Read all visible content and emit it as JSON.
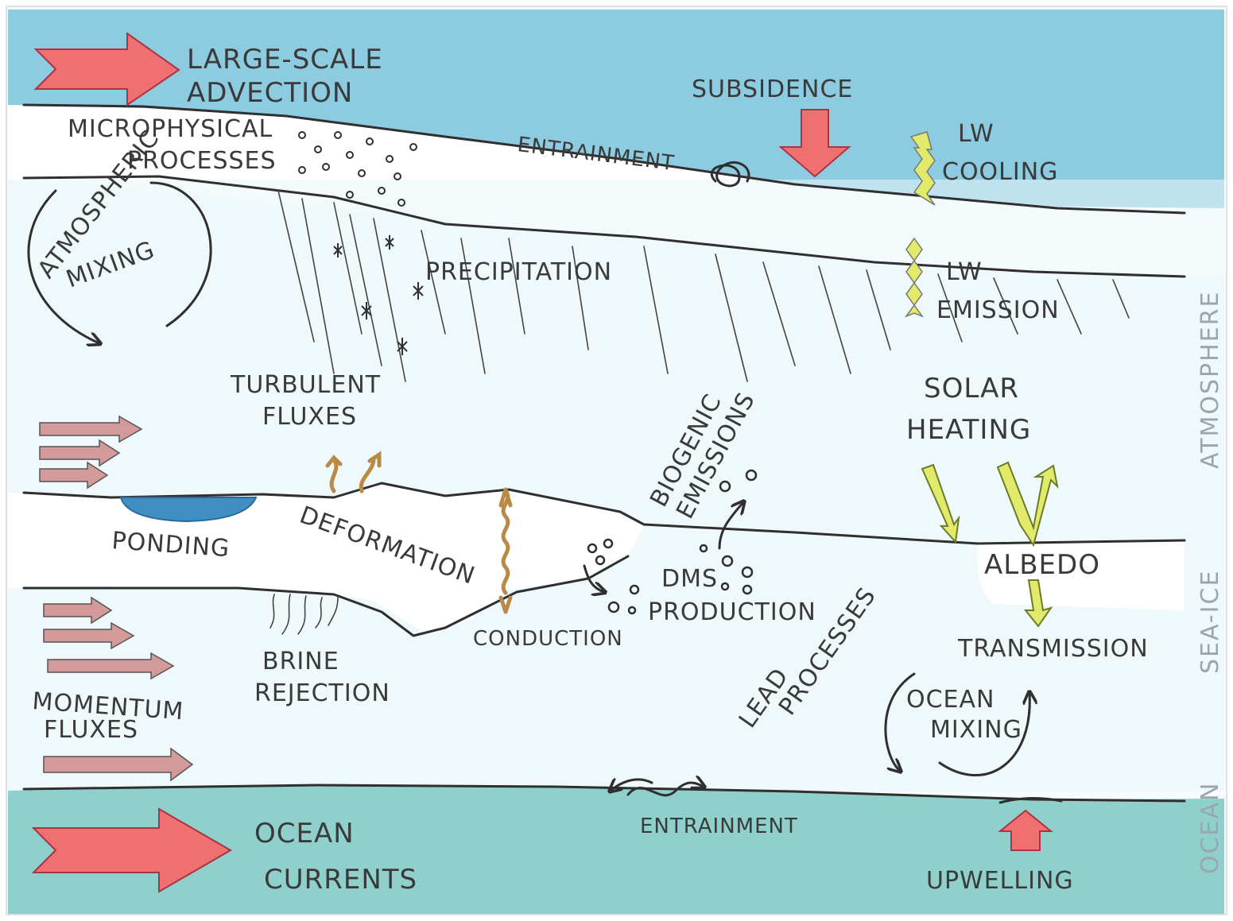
{
  "labels": {
    "large_scale_line1": "LARGE-SCALE",
    "large_scale_line2": "ADVECTION",
    "subsidence": "SUBSIDENCE",
    "micro_line1": "MICROPHYSICAL",
    "micro_line2": "PROCESSES",
    "entrainment_top": "ENTRAINMENT",
    "lw_cooling_line1": "LW",
    "lw_cooling_line2": "COOLING",
    "atm_mixing_line1": "ATMOSPHERIC",
    "atm_mixing_line2": "MIXING",
    "precipitation": "PRECIPITATION",
    "lw_emission_line1": "LW",
    "lw_emission_line2": "EMISSION",
    "turbulent_line1": "TURBULENT",
    "turbulent_line2": "FLUXES",
    "biogenic_line1": "BIOGENIC",
    "biogenic_line2": "EMISSIONS",
    "solar_line1": "SOLAR",
    "solar_line2": "HEATING",
    "ponding": "PONDING",
    "deformation": "DEFORMATION",
    "albedo": "ALBEDO",
    "dms_line1": "DMS",
    "dms_line2": "PRODUCTION",
    "conduction": "CONDUCTION",
    "transmission": "TRANSMISSION",
    "brine_line1": "BRINE",
    "brine_line2": "REJECTION",
    "lead_line1": "LEAD",
    "lead_line2": "PROCESSES",
    "momentum_line1": "MOMENTUM",
    "momentum_line2": "FLUXES",
    "ocean_mixing_line1": "OCEAN",
    "ocean_mixing_line2": "MIXING",
    "entrainment_bottom": "ENTRAINMENT",
    "ocean_currents_line1": "OCEAN",
    "ocean_currents_line2": "CURRENTS",
    "upwelling": "UPWELLING"
  },
  "side_labels": {
    "atmosphere": "ATMOSPHERE",
    "sea_ice": "SEA-ICE",
    "ocean": "OCEAN"
  },
  "colors": {
    "sky_top": "#8ccbe0",
    "cloud": "#ffffff",
    "air": "#e9f6fa",
    "pond": "#3f8fc4",
    "ocean": "#8fd0cc",
    "arrow_red": "#ee7070",
    "arrow_yellow": "#e2ea6a",
    "arrow_brown": "#b98a45",
    "arrow_pink": "#d49a9a"
  }
}
